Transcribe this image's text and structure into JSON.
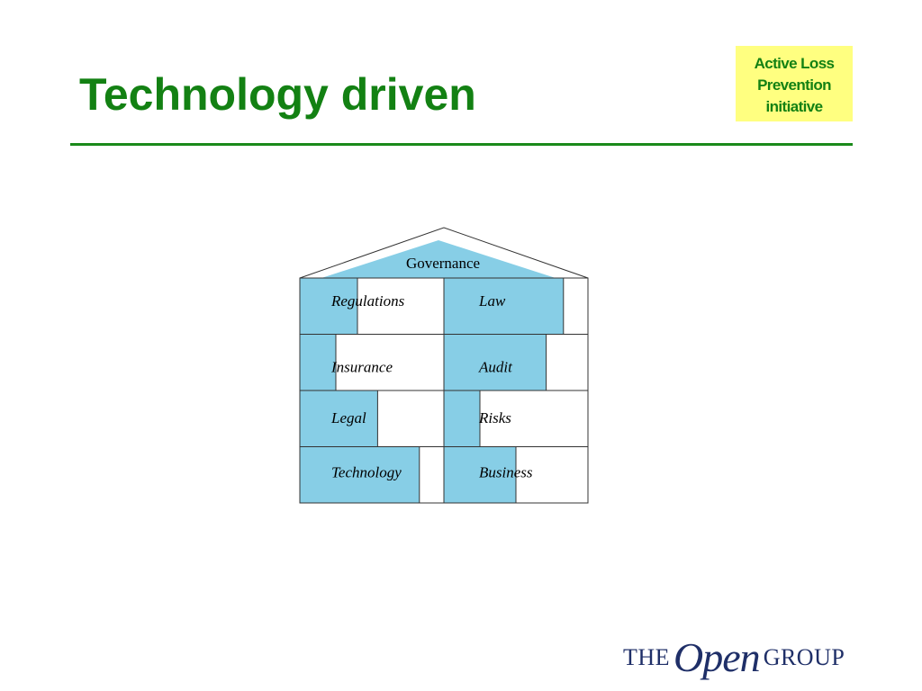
{
  "slide": {
    "title": "Technology driven",
    "badge": {
      "lines": [
        "Active Loss",
        "Prevention",
        "initiative"
      ]
    }
  },
  "house": {
    "roof_label": "Governance",
    "rows": [
      [
        {
          "label": "Regulations",
          "fill": 0.4
        },
        {
          "label": "Law",
          "fill": 0.83
        }
      ],
      [
        {
          "label": "Insurance",
          "fill": 0.25
        },
        {
          "label": "Audit",
          "fill": 0.71
        }
      ],
      [
        {
          "label": "Legal",
          "fill": 0.54
        },
        {
          "label": "Risks",
          "fill": 0.25
        }
      ],
      [
        {
          "label": "Technology",
          "fill": 0.83
        },
        {
          "label": "Business",
          "fill": 0.5
        }
      ]
    ]
  },
  "logo": {
    "the": "THE",
    "open": "Open",
    "group": "GROUP"
  },
  "colors": {
    "title_green": "#138113",
    "rule_green": "#1a8a1a",
    "badge_bg": "#ffff80",
    "badge_text": "#138113",
    "block_fill": "#87cee6",
    "outline": "#333333",
    "logo_navy": "#1f2f68"
  }
}
